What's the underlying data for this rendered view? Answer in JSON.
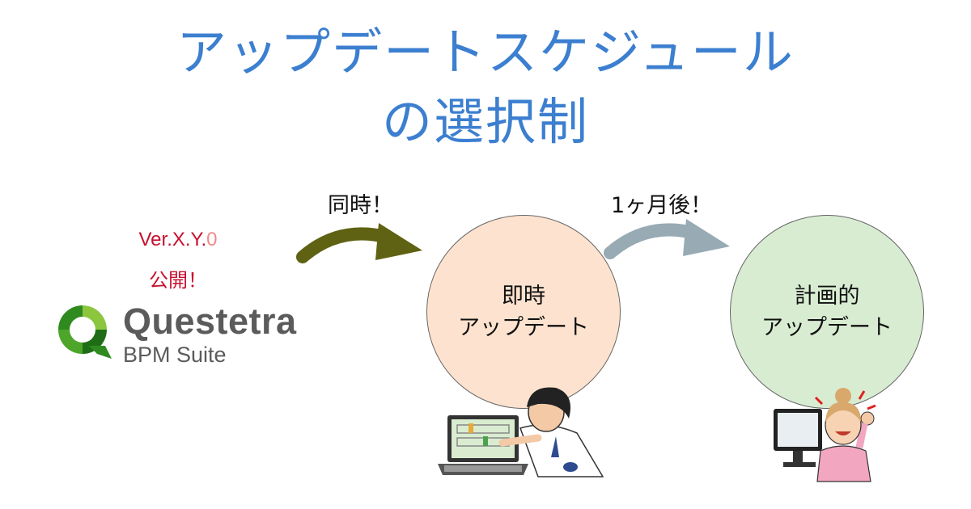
{
  "title": {
    "line1": "アップデートスケジュール",
    "line2": "の選択制"
  },
  "release": {
    "version_prefix": "Ver.X.Y.",
    "version_zero": "0",
    "announce": "公開！"
  },
  "brand": {
    "name": "Questetra",
    "suite": "BPM Suite",
    "logo_icon": "questetra-logo-icon"
  },
  "arrows": {
    "first_label": "同時！",
    "second_label": "1ヶ月後！",
    "first_color": "#5f6212",
    "second_color": "#98aab4"
  },
  "circles": {
    "immediate": {
      "line1": "即時",
      "line2": "アップデート",
      "color": "#fde3cf"
    },
    "planned": {
      "line1": "計画的",
      "line2": "アップデート",
      "color": "#d8ecd2"
    }
  },
  "title_color": "#3c7fd0"
}
